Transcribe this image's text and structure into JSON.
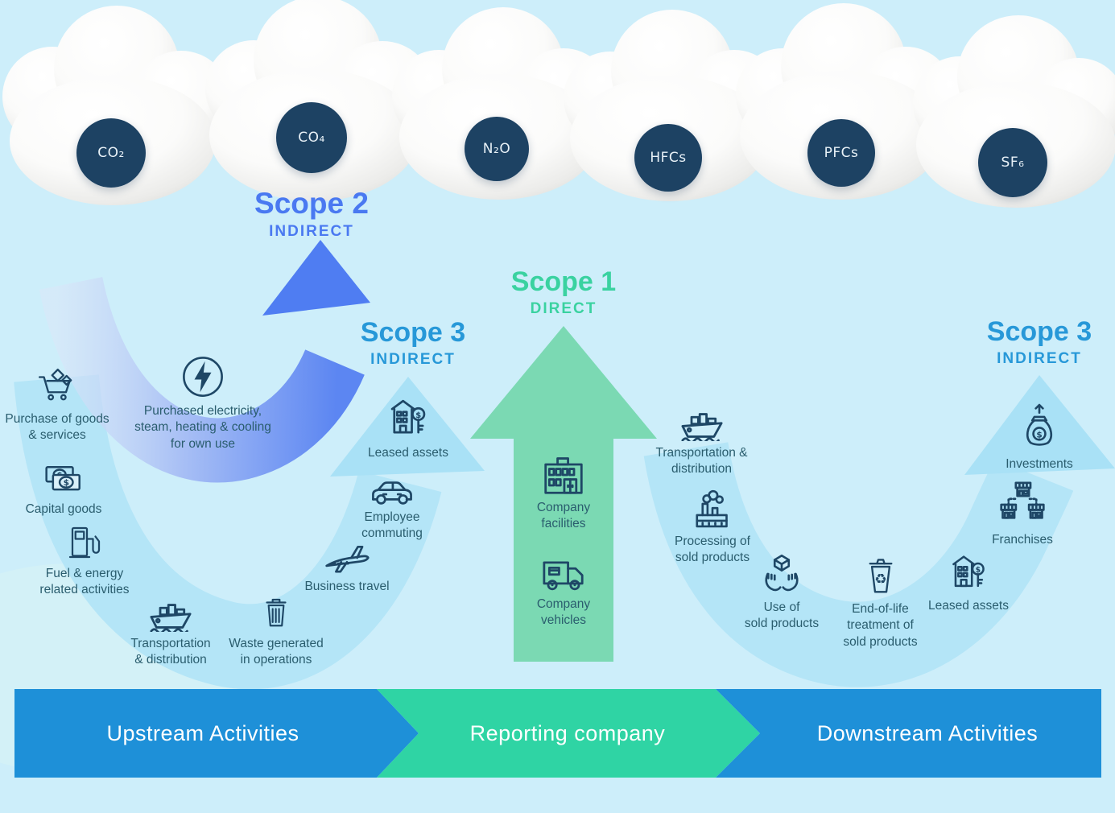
{
  "gases": {
    "co2": "CO₂",
    "co4": "CO₄",
    "n2o": "N₂O",
    "hfcs": "HFCs",
    "pfcs": "PFCs",
    "sf6": "SF₆"
  },
  "scopes": {
    "scope2": {
      "title": "Scope 2",
      "subtitle": "INDIRECT"
    },
    "scope1": {
      "title": "Scope 1",
      "subtitle": "DIRECT"
    },
    "scope3_left": {
      "title": "Scope 3",
      "subtitle": "INDIRECT"
    },
    "scope3_right": {
      "title": "Scope 3",
      "subtitle": "INDIRECT"
    }
  },
  "items": {
    "purchase_goods": {
      "label": "Purchase of goods\n& services"
    },
    "purchased_electricity": {
      "label": "Purchased electricity,\nsteam, heating & cooling\nfor own use"
    },
    "capital_goods": {
      "label": "Capital goods"
    },
    "fuel_energy": {
      "label": "Fuel & energy\nrelated activities"
    },
    "transport_dist_left": {
      "label": "Transportation\n& distribution"
    },
    "waste": {
      "label": "Waste generated\nin operations"
    },
    "business_travel": {
      "label": "Business travel"
    },
    "employee_commuting": {
      "label": "Employee\ncommuting"
    },
    "leased_assets_left": {
      "label": "Leased assets"
    },
    "company_facilities": {
      "label": "Company\nfacilities"
    },
    "company_vehicles": {
      "label": "Company\nvehicles"
    },
    "transport_dist_right": {
      "label": "Transportation &\ndistribution"
    },
    "processing_sold": {
      "label": "Processing of\nsold products"
    },
    "use_sold": {
      "label": "Use of\nsold products"
    },
    "end_of_life": {
      "label": "End-of-life\ntreatment of\nsold products"
    },
    "leased_assets_right": {
      "label": "Leased assets"
    },
    "franchises": {
      "label": "Franchises"
    },
    "investments": {
      "label": "Investments"
    }
  },
  "bottom_bar": {
    "upstream": "Upstream Activities",
    "reporting": "Reporting company",
    "downstream": "Downstream Activities"
  },
  "colors": {
    "background": "#cdeefa",
    "scope1_green": "#3ad2a0",
    "scope2_blue": "#4a79f1",
    "scope3_cyan": "#2798d8",
    "scope3_band": "#b2e4f7",
    "scope1_arrow": "#7bd9b3",
    "bar_blue": "#1e90d8",
    "bar_green": "#2fd4a4",
    "gas_circle_navy": "#1d4263",
    "label_teal": "#2a5d6e"
  }
}
